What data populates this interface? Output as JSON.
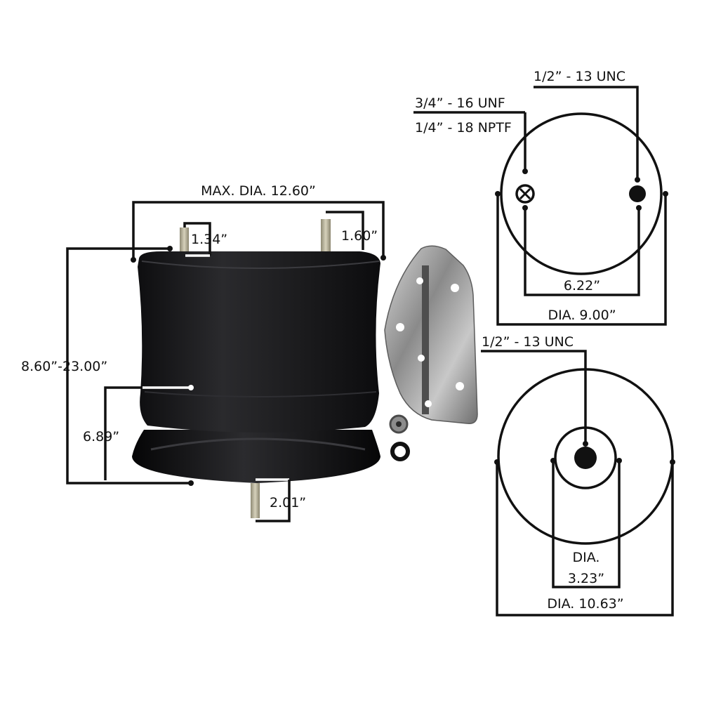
{
  "labels": {
    "max_dia": "MAX. DIA. 12.60”",
    "stud_1": "1.34”",
    "stud_2": "1.60”",
    "height_range": "8.60”-23.00”",
    "piston_height": "6.89”",
    "bottom_stud": "2.01”",
    "top_bolt": "1/2” - 13 UNC",
    "air_fitting_1": "3/4” - 16 UNF",
    "air_fitting_2": "1/4” - 18 NPTF",
    "top_spacing": "6.22”",
    "top_dia": "DIA. 9.00”",
    "bottom_bolt": "1/2” - 13 UNC",
    "inner_dia_1": "DIA.",
    "inner_dia_2": "3.23”",
    "bottom_dia": "DIA. 10.63”"
  },
  "colors": {
    "line": "#111111",
    "rubber": "#1c1c1e",
    "piston": "#0d0d0f",
    "bracket": "#9a9a9a",
    "stud": "#b4ae97"
  }
}
